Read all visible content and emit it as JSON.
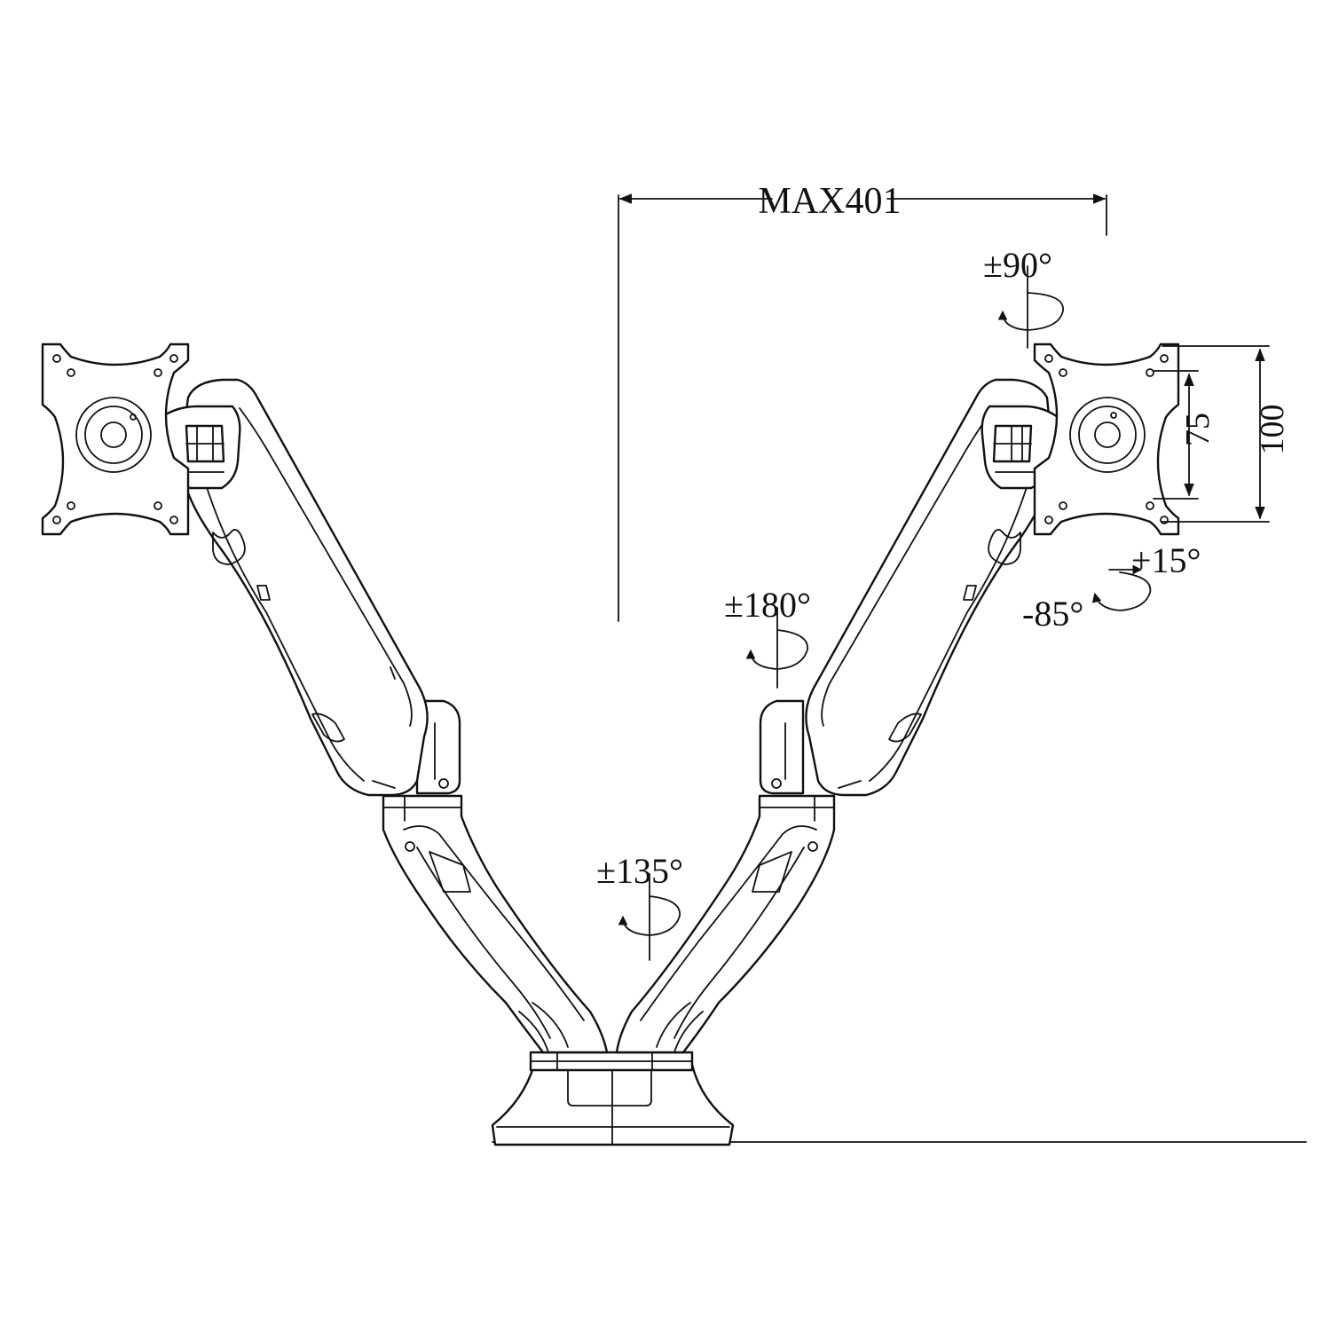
{
  "colors": {
    "line": "#111111",
    "background": "#ffffff"
  },
  "dimensions": {
    "max_reach": "MAX401",
    "vesa_inner": "75",
    "vesa_outer": "100"
  },
  "angles": {
    "rotation": "±90°",
    "swivel_upper": "±180°",
    "swivel_base": "±135°",
    "tilt_up": "+15°",
    "tilt_down": "-85°"
  }
}
